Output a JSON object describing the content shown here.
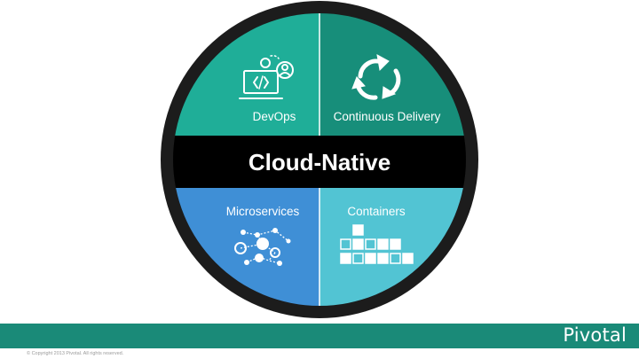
{
  "diagram": {
    "center_label": "Cloud-Native",
    "quadrants": [
      {
        "id": "devops",
        "label": "DevOps",
        "icon": "laptop-code-icon",
        "color": "#1fae98"
      },
      {
        "id": "continuous-delivery",
        "label": "Continuous Delivery",
        "icon": "cycle-arrows-icon",
        "color": "#178e7a"
      },
      {
        "id": "microservices",
        "label": "Microservices",
        "icon": "network-nodes-icon",
        "color": "#3f8fd6"
      },
      {
        "id": "containers",
        "label": "Containers",
        "icon": "container-blocks-icon",
        "color": "#52c4d3"
      }
    ],
    "colors": {
      "ring": "#1c1c1c",
      "band": "#000000",
      "divider": "#ffffff"
    }
  },
  "footer": {
    "brand": "Pivotal",
    "copyright": "© Copyright 2013 Pivotal. All rights reserved.",
    "bar_color": "#1a8a78"
  }
}
